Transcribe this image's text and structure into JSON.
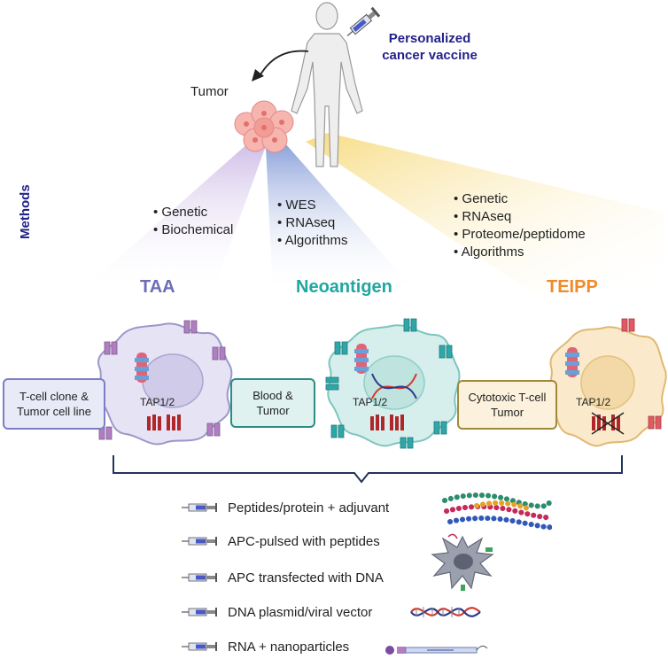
{
  "header": {
    "vaccine_label_line1": "Personalized",
    "vaccine_label_line2": "cancer vaccine",
    "tumor_label": "Tumor"
  },
  "methods": {
    "title": "Methods",
    "taa_methods": [
      "Genetic",
      "Biochemical"
    ],
    "neo_methods": [
      "WES",
      "RNAseq",
      "Algorithms"
    ],
    "teipp_methods": [
      "Genetic",
      "RNAseq",
      "Proteome/peptidome",
      "Algorithms"
    ]
  },
  "categories": {
    "taa": "TAA",
    "neo": "Neoantigen",
    "teipp": "TEIPP"
  },
  "sources": {
    "taa_line1": "T-cell clone &",
    "taa_line2": "Tumor cell line",
    "neo_line1": "Blood &",
    "neo_line2": "Tumor",
    "teipp_line1": "Cytotoxic T-cell",
    "teipp_line2": "Tumor"
  },
  "cells": {
    "tap_label": "TAP1/2"
  },
  "vaccines": [
    "Peptides/protein + adjuvant",
    "APC-pulsed with peptides",
    "APC transfected with DNA",
    "DNA plasmid/viral vector",
    "RNA + nanoparticles"
  ],
  "colors": {
    "taa": "#6c6cb8",
    "neo": "#1fa7a0",
    "teipp": "#f08a2c",
    "navy": "#22228a"
  }
}
